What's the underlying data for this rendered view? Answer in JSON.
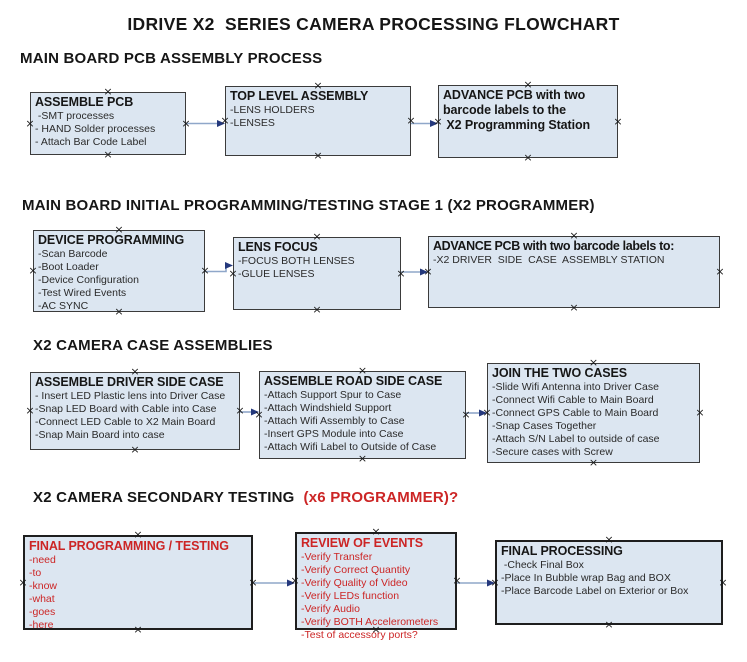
{
  "page_title": "IDRIVE X2  SERIES CAMERA PROCESSING FLOWCHART",
  "sections": [
    {
      "heading": "MAIN BOARD PCB ASSEMBLY PROCESS",
      "boxes": [
        {
          "title": "ASSEMBLE PCB",
          "items": [
            " -SMT processes",
            "- HAND Solder processes",
            "- Attach Bar Code Label"
          ]
        },
        {
          "title": "TOP LEVEL ASSEMBLY",
          "items": [
            "-LENS HOLDERS",
            "-LENSES"
          ]
        },
        {
          "title": "ADVANCE PCB with two\nbarcode labels to the\n X2 Programming Station",
          "items": []
        }
      ]
    },
    {
      "heading": "MAIN BOARD INITIAL PROGRAMMING/TESTING STAGE 1 (X2 PROGRAMMER)",
      "boxes": [
        {
          "title": "DEVICE PROGRAMMING",
          "items": [
            "-Scan Barcode",
            "-Boot Loader",
            "-Device Configuration",
            "-Test Wired Events",
            "-AC SYNC"
          ]
        },
        {
          "title": "LENS FOCUS",
          "items": [
            "-FOCUS BOTH LENSES",
            "-GLUE LENSES"
          ]
        },
        {
          "title": "ADVANCE PCB with two barcode labels to:",
          "items": [
            "-X2 DRIVER  SIDE  CASE  ASSEMBLY STATION"
          ]
        }
      ]
    },
    {
      "heading": "X2 CAMERA CASE ASSEMBLIES",
      "boxes": [
        {
          "title": "ASSEMBLE DRIVER SIDE CASE",
          "items": [
            "- Insert LED Plastic lens into Driver Case",
            "-Snap LED Board with Cable into Case",
            "-Connect LED Cable to X2 Main Board",
            "-Snap Main Board into case"
          ]
        },
        {
          "title": "ASSEMBLE ROAD SIDE CASE",
          "items": [
            "-Attach Support Spur to Case",
            "-Attach Windshield Support",
            "-Attach Wifi Assembly to Case",
            "-Insert GPS Module into Case",
            "-Attach Wifi Label to Outside of Case"
          ]
        },
        {
          "title": "JOIN THE TWO CASES",
          "items": [
            "-Slide Wifi Antenna into Driver Case",
            "-Connect Wifi Cable to Main Board",
            "-Connect GPS Cable to Main Board",
            "-Snap Cases Together",
            "-Attach S/N Label to outside of case",
            "-Secure cases with Screw"
          ]
        }
      ]
    },
    {
      "heading": "X2 CAMERA SECONDARY TESTING",
      "heading_suffix": "(x6 PROGRAMMER)?",
      "boxes": [
        {
          "title": "FINAL PROGRAMMING / TESTING",
          "items": [
            "-need",
            "-to",
            "-know",
            "-what",
            "-goes",
            "-here"
          ]
        },
        {
          "title": "REVIEW OF EVENTS",
          "items": [
            "-Verify Transfer",
            "-Verify Correct Quantity",
            "-Verify Quality of Video",
            "-Verify LEDs function",
            "-Verify Audio",
            "-Verify BOTH Accelerometers",
            "-Test of accessory ports?"
          ]
        },
        {
          "title": "FINAL PROCESSING",
          "items": [
            " -Check Final Box",
            "-Place In Bubble wrap Bag and BOX",
            "-Place Barcode Label on Exterior or Box"
          ]
        }
      ]
    }
  ],
  "colors": {
    "box_fill": "#dce6f1",
    "box_border": "#3b3b3b",
    "red_text": "#cc2525",
    "connector_line": "#8fa7c9",
    "connector_arrow": "#24387c"
  }
}
